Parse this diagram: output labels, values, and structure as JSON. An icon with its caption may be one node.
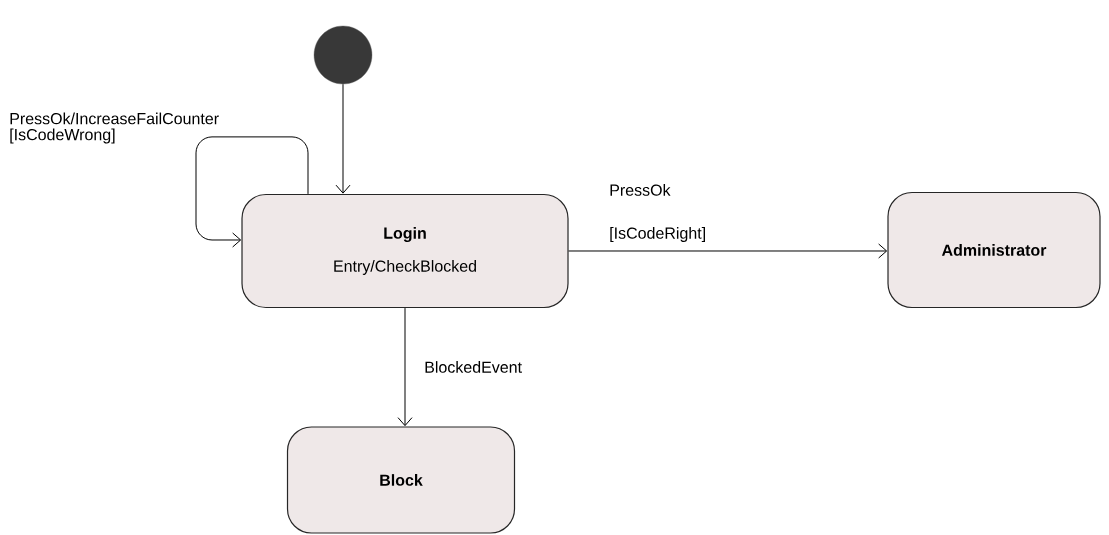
{
  "diagram": {
    "nodes": [
      {
        "text": [],
        "shape": "circle"
      },
      {
        "text": [
          "Login",
          "Entry/CheckBlocked"
        ]
      },
      {
        "text": [
          "Administrator"
        ]
      },
      {
        "text": [
          "Block"
        ]
      }
    ],
    "edges": [
      {
        "from": 0,
        "to": 1,
        "arrow": "to"
      },
      {
        "from": 1,
        "to": 1,
        "arrow": "to",
        "label": "PressOk/IncreaseFailCounter [IsCodeWrong]"
      },
      {
        "from": 1,
        "to": 2,
        "arrow": "to",
        "label": "PressOk [IsCodeRight]"
      },
      {
        "from": 1,
        "to": 3,
        "arrow": "to",
        "label": "BlockedEvent"
      }
    ]
  }
}
